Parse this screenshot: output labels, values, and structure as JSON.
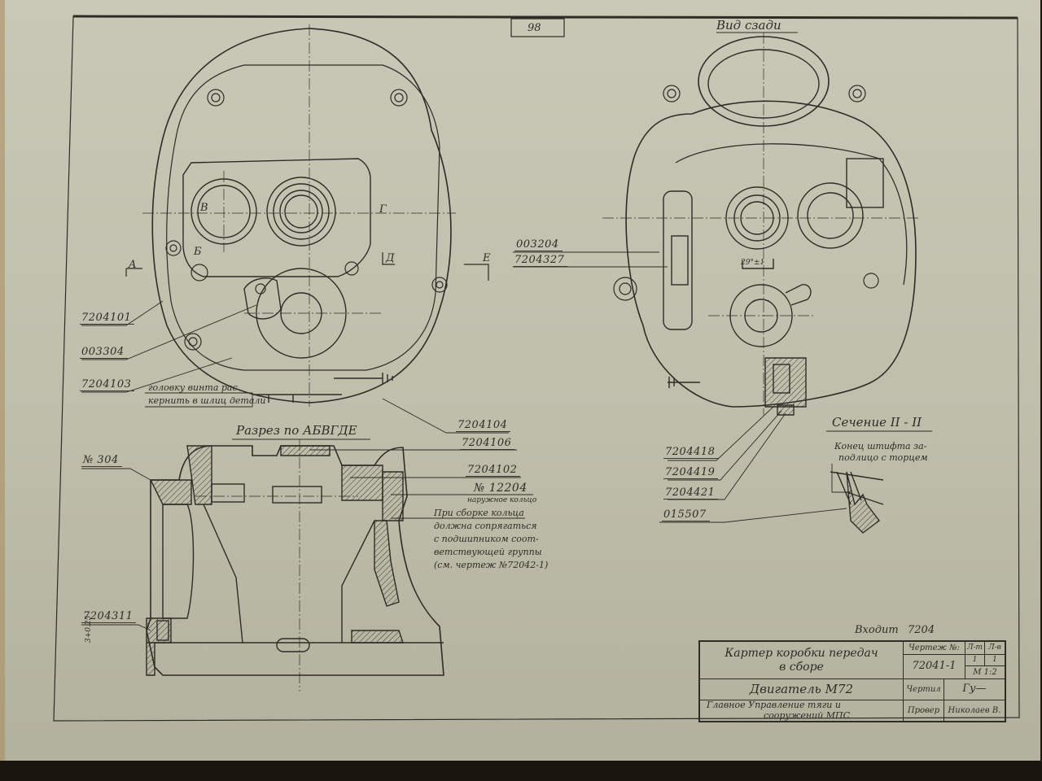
{
  "sheet": {
    "page_number": "98",
    "drawing_tool_note": "technical drawing sheet (Soviet engineering blueprint)"
  },
  "views": {
    "rear_view_title": "Вид сзади",
    "section_title": "Разрез по АБВГДЕ",
    "section_detail_title": "Сечение II - II",
    "section_markers": {
      "A": "A",
      "B": "Б",
      "V": "В",
      "G": "Г",
      "D": "Д",
      "E": "Е"
    },
    "angle_dimension": "29°±1",
    "tolerance_dimension": "3+0.25"
  },
  "callouts": {
    "left_view": [
      {
        "id": "7204101"
      },
      {
        "id": "003304"
      },
      {
        "id": "7204103"
      }
    ],
    "screw_note": [
      "головку винта рас",
      "кернить в шлиц детали"
    ],
    "center": [
      {
        "id": "7204104"
      },
      {
        "id": "7204106"
      },
      {
        "id": "7204102"
      },
      {
        "id": "№ 12204",
        "sub": "наружное кольцо"
      }
    ],
    "assembly_note": [
      "При сборке кольца",
      "должна сопрягаться",
      "с подшипником соот-",
      "ветствующей группы",
      "(см. чертеж №72042-1)"
    ],
    "section_left": [
      {
        "id": "№ 304"
      },
      {
        "id": "7204311"
      }
    ],
    "rear_view": [
      {
        "id": "003204"
      },
      {
        "id": "7204327"
      }
    ],
    "rear_bottom": [
      {
        "id": "7204418"
      },
      {
        "id": "7204419"
      },
      {
        "id": "7204421"
      },
      {
        "id": "015507"
      }
    ],
    "pin_note": [
      "Конец штифта за-",
      "подлицо с торцем"
    ]
  },
  "title_block": {
    "included_in_label": "Входит",
    "included_in_value": "7204",
    "part_name_line1": "Картер коробки передач",
    "part_name_line2": "в сборе",
    "drawing_no_label": "Чертеж №:",
    "drawing_no": "72041-1",
    "sheet_label": "Л-т",
    "sheets_label": "Л-в",
    "sheet_value": "1",
    "sheets_value": "1",
    "scale": "М 1:2",
    "engine": "Двигатель М72",
    "drawn_label": "Чертил",
    "drawn_signature": "Гу—",
    "checked_label": "Провер",
    "checked_name": "Николаев В.",
    "org_line1": "Главное Управление тяги и",
    "org_line2": "сооружений МПС"
  }
}
